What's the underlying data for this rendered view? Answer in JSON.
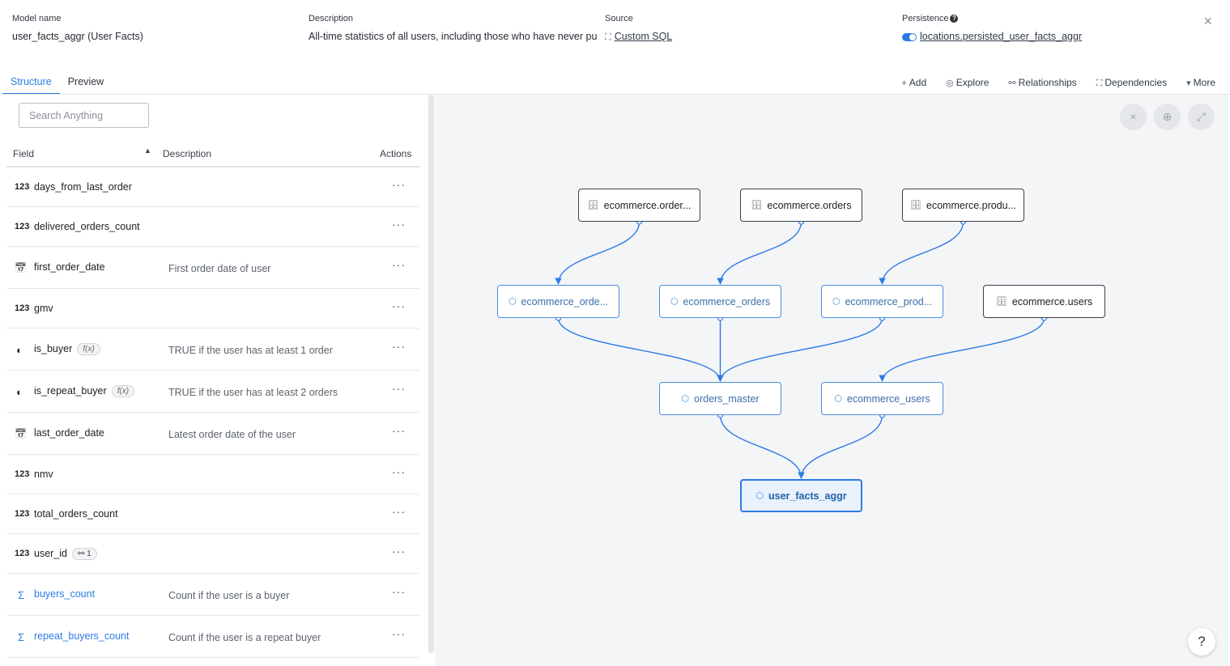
{
  "header": {
    "model_name_label": "Model name",
    "model_name": "user_facts_aggr (User Facts)",
    "description_label": "Description",
    "description": "All-time statistics of all users, including those who have never pu",
    "source_label": "Source",
    "source": "Custom SQL",
    "persistence_label": "Persistence",
    "persistence": "locations.persisted_user_facts_aggr",
    "close": "×"
  },
  "tabs": [
    "Structure",
    "Preview"
  ],
  "toolbar": {
    "add": "Add",
    "explore": "Explore",
    "relationships": "Relationships",
    "dependencies": "Dependencies",
    "more": "More"
  },
  "search": {
    "placeholder": "Search Anything"
  },
  "table": {
    "headers": {
      "field": "Field",
      "description": "Description",
      "actions": "Actions"
    },
    "rows": [
      {
        "type": "123",
        "name": "days_from_last_order",
        "desc": "",
        "badge": ""
      },
      {
        "type": "123",
        "name": "delivered_orders_count",
        "desc": "",
        "badge": ""
      },
      {
        "type": "calendar-icon",
        "name": "first_order_date",
        "desc": "First order date of user",
        "badge": ""
      },
      {
        "type": "123",
        "name": "gmv",
        "desc": "",
        "badge": ""
      },
      {
        "type": "boolean-icon",
        "name": "is_buyer",
        "desc": "TRUE if the user has at least 1 order",
        "badge": "f(x)"
      },
      {
        "type": "boolean-icon",
        "name": "is_repeat_buyer",
        "desc": "TRUE if the user has at least 2 orders",
        "badge": "f(x)"
      },
      {
        "type": "calendar-icon",
        "name": "last_order_date",
        "desc": "Latest order date of the user",
        "badge": ""
      },
      {
        "type": "123",
        "name": "nmv",
        "desc": "",
        "badge": ""
      },
      {
        "type": "123",
        "name": "total_orders_count",
        "desc": "",
        "badge": ""
      },
      {
        "type": "123",
        "name": "user_id",
        "desc": "",
        "badge": "1"
      },
      {
        "type": "sigma-icon",
        "name": "buyers_count",
        "desc": "Count if the user is a buyer",
        "badge": ""
      },
      {
        "type": "sigma-icon",
        "name": "repeat_buyers_count",
        "desc": "Count if the user is a repeat buyer",
        "badge": ""
      }
    ]
  },
  "graph": {
    "nodes": [
      {
        "id": "s1",
        "kind": "src",
        "label": "ecommerce.order..."
      },
      {
        "id": "s2",
        "kind": "src",
        "label": "ecommerce.orders"
      },
      {
        "id": "s3",
        "kind": "src",
        "label": "ecommerce.produ..."
      },
      {
        "id": "m1",
        "kind": "mdl",
        "label": "ecommerce_orde..."
      },
      {
        "id": "m2",
        "kind": "mdl",
        "label": "ecommerce_orders"
      },
      {
        "id": "m3",
        "kind": "mdl",
        "label": "ecommerce_prod..."
      },
      {
        "id": "s4",
        "kind": "src",
        "label": "ecommerce.users"
      },
      {
        "id": "m4",
        "kind": "mdl",
        "label": "orders_master"
      },
      {
        "id": "m5",
        "kind": "mdl",
        "label": "ecommerce_users"
      },
      {
        "id": "c1",
        "kind": "cur",
        "label": "user_facts_aggr"
      }
    ]
  },
  "help": "?"
}
